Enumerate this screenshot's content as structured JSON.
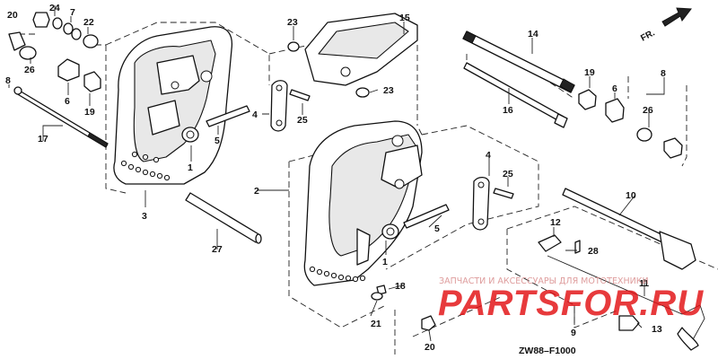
{
  "diagram_code": "ZW88–F1000",
  "direction_label": "FR.",
  "watermark": {
    "caption": "ЗАПЧАСТИ И АКСЕССУАРЫ ДЛЯ МОТОТЕХНИКИ",
    "brand": "PARTSFOR.RU"
  },
  "callouts": {
    "c20a": "20",
    "c24": "24",
    "c7": "7",
    "c22": "22",
    "c26a": "26",
    "c8a": "8",
    "c6a": "6",
    "c19a": "19",
    "c17": "17",
    "c3": "3",
    "c1a": "1",
    "c5a": "5",
    "c4a": "4",
    "c25a": "25",
    "c23a": "23",
    "c23b": "23",
    "c15": "15",
    "c14": "14",
    "c16": "16",
    "c19b": "19",
    "c6b": "6",
    "c8b": "8",
    "c26b": "26",
    "c2": "2",
    "c4b": "4",
    "c25b": "25",
    "c5b": "5",
    "c1b": "1",
    "c27": "27",
    "c10": "10",
    "c28": "28",
    "c12": "12",
    "c11": "11",
    "c18": "18",
    "c21": "21",
    "c9": "9",
    "c13": "13",
    "c20b": "20"
  }
}
